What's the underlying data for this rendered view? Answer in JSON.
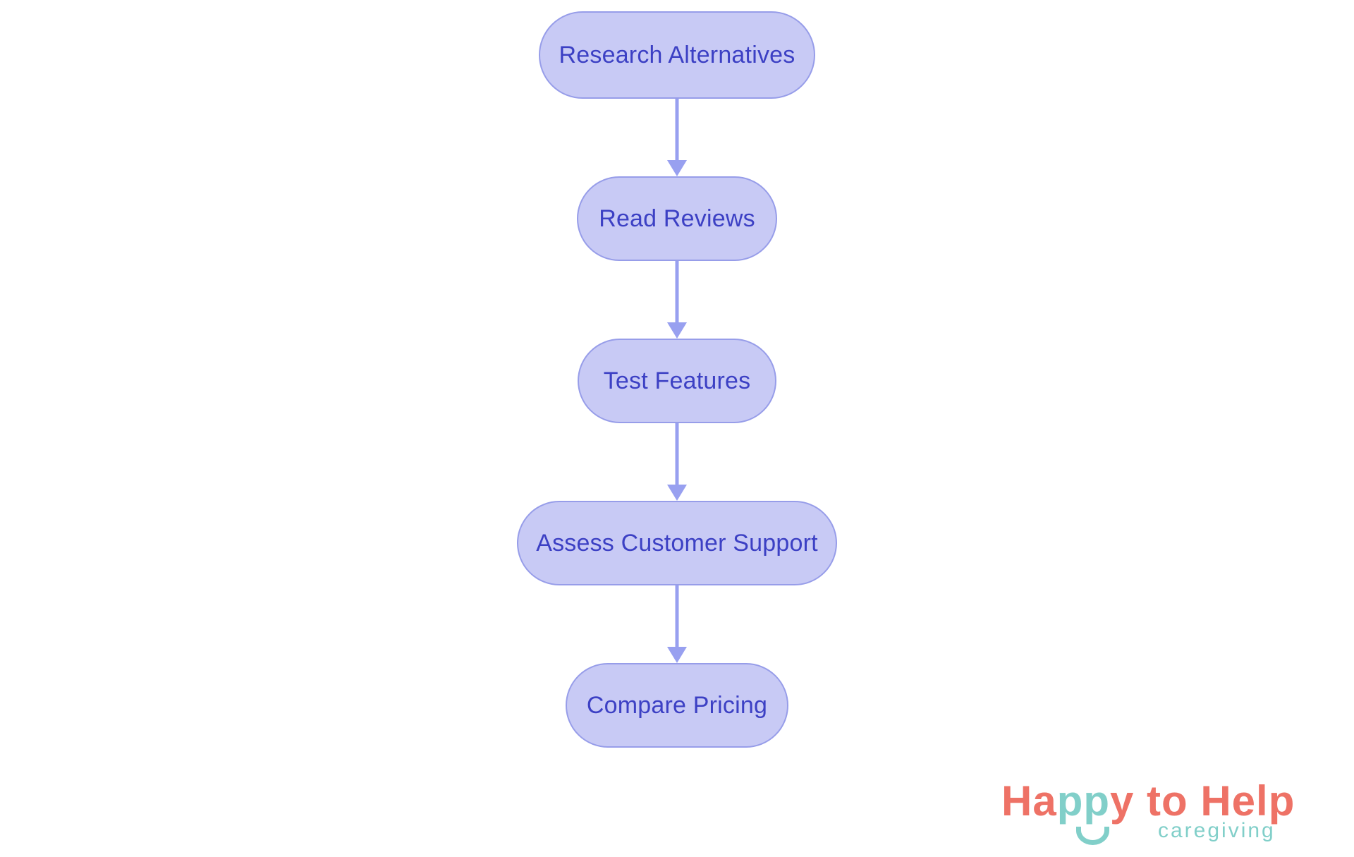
{
  "flowchart": {
    "nodes": [
      {
        "id": "research-alternatives",
        "label": "Research Alternatives"
      },
      {
        "id": "read-reviews",
        "label": "Read Reviews"
      },
      {
        "id": "test-features",
        "label": "Test Features"
      },
      {
        "id": "assess-customer-support",
        "label": "Assess Customer Support"
      },
      {
        "id": "compare-pricing",
        "label": "Compare Pricing"
      }
    ],
    "edges": [
      {
        "from": "Research Alternatives",
        "to": "Read Reviews"
      },
      {
        "from": "Read Reviews",
        "to": "Test Features"
      },
      {
        "from": "Test Features",
        "to": "Assess Customer Support"
      },
      {
        "from": "Assess Customer Support",
        "to": "Compare Pricing"
      }
    ],
    "colors": {
      "node_fill": "#c8caf5",
      "node_border": "#979de9",
      "node_text": "#3c40c4",
      "arrow": "#98a0f0"
    }
  },
  "logo": {
    "brand": [
      {
        "text": "Ha",
        "color": "#ee7266"
      },
      {
        "text": "pp",
        "color": "#81cfc9"
      },
      {
        "text": "y to Help",
        "color": "#ee7266"
      }
    ],
    "tagline": "caregiving",
    "colors": {
      "coral": "#ee7266",
      "teal": "#81cfc9"
    }
  }
}
